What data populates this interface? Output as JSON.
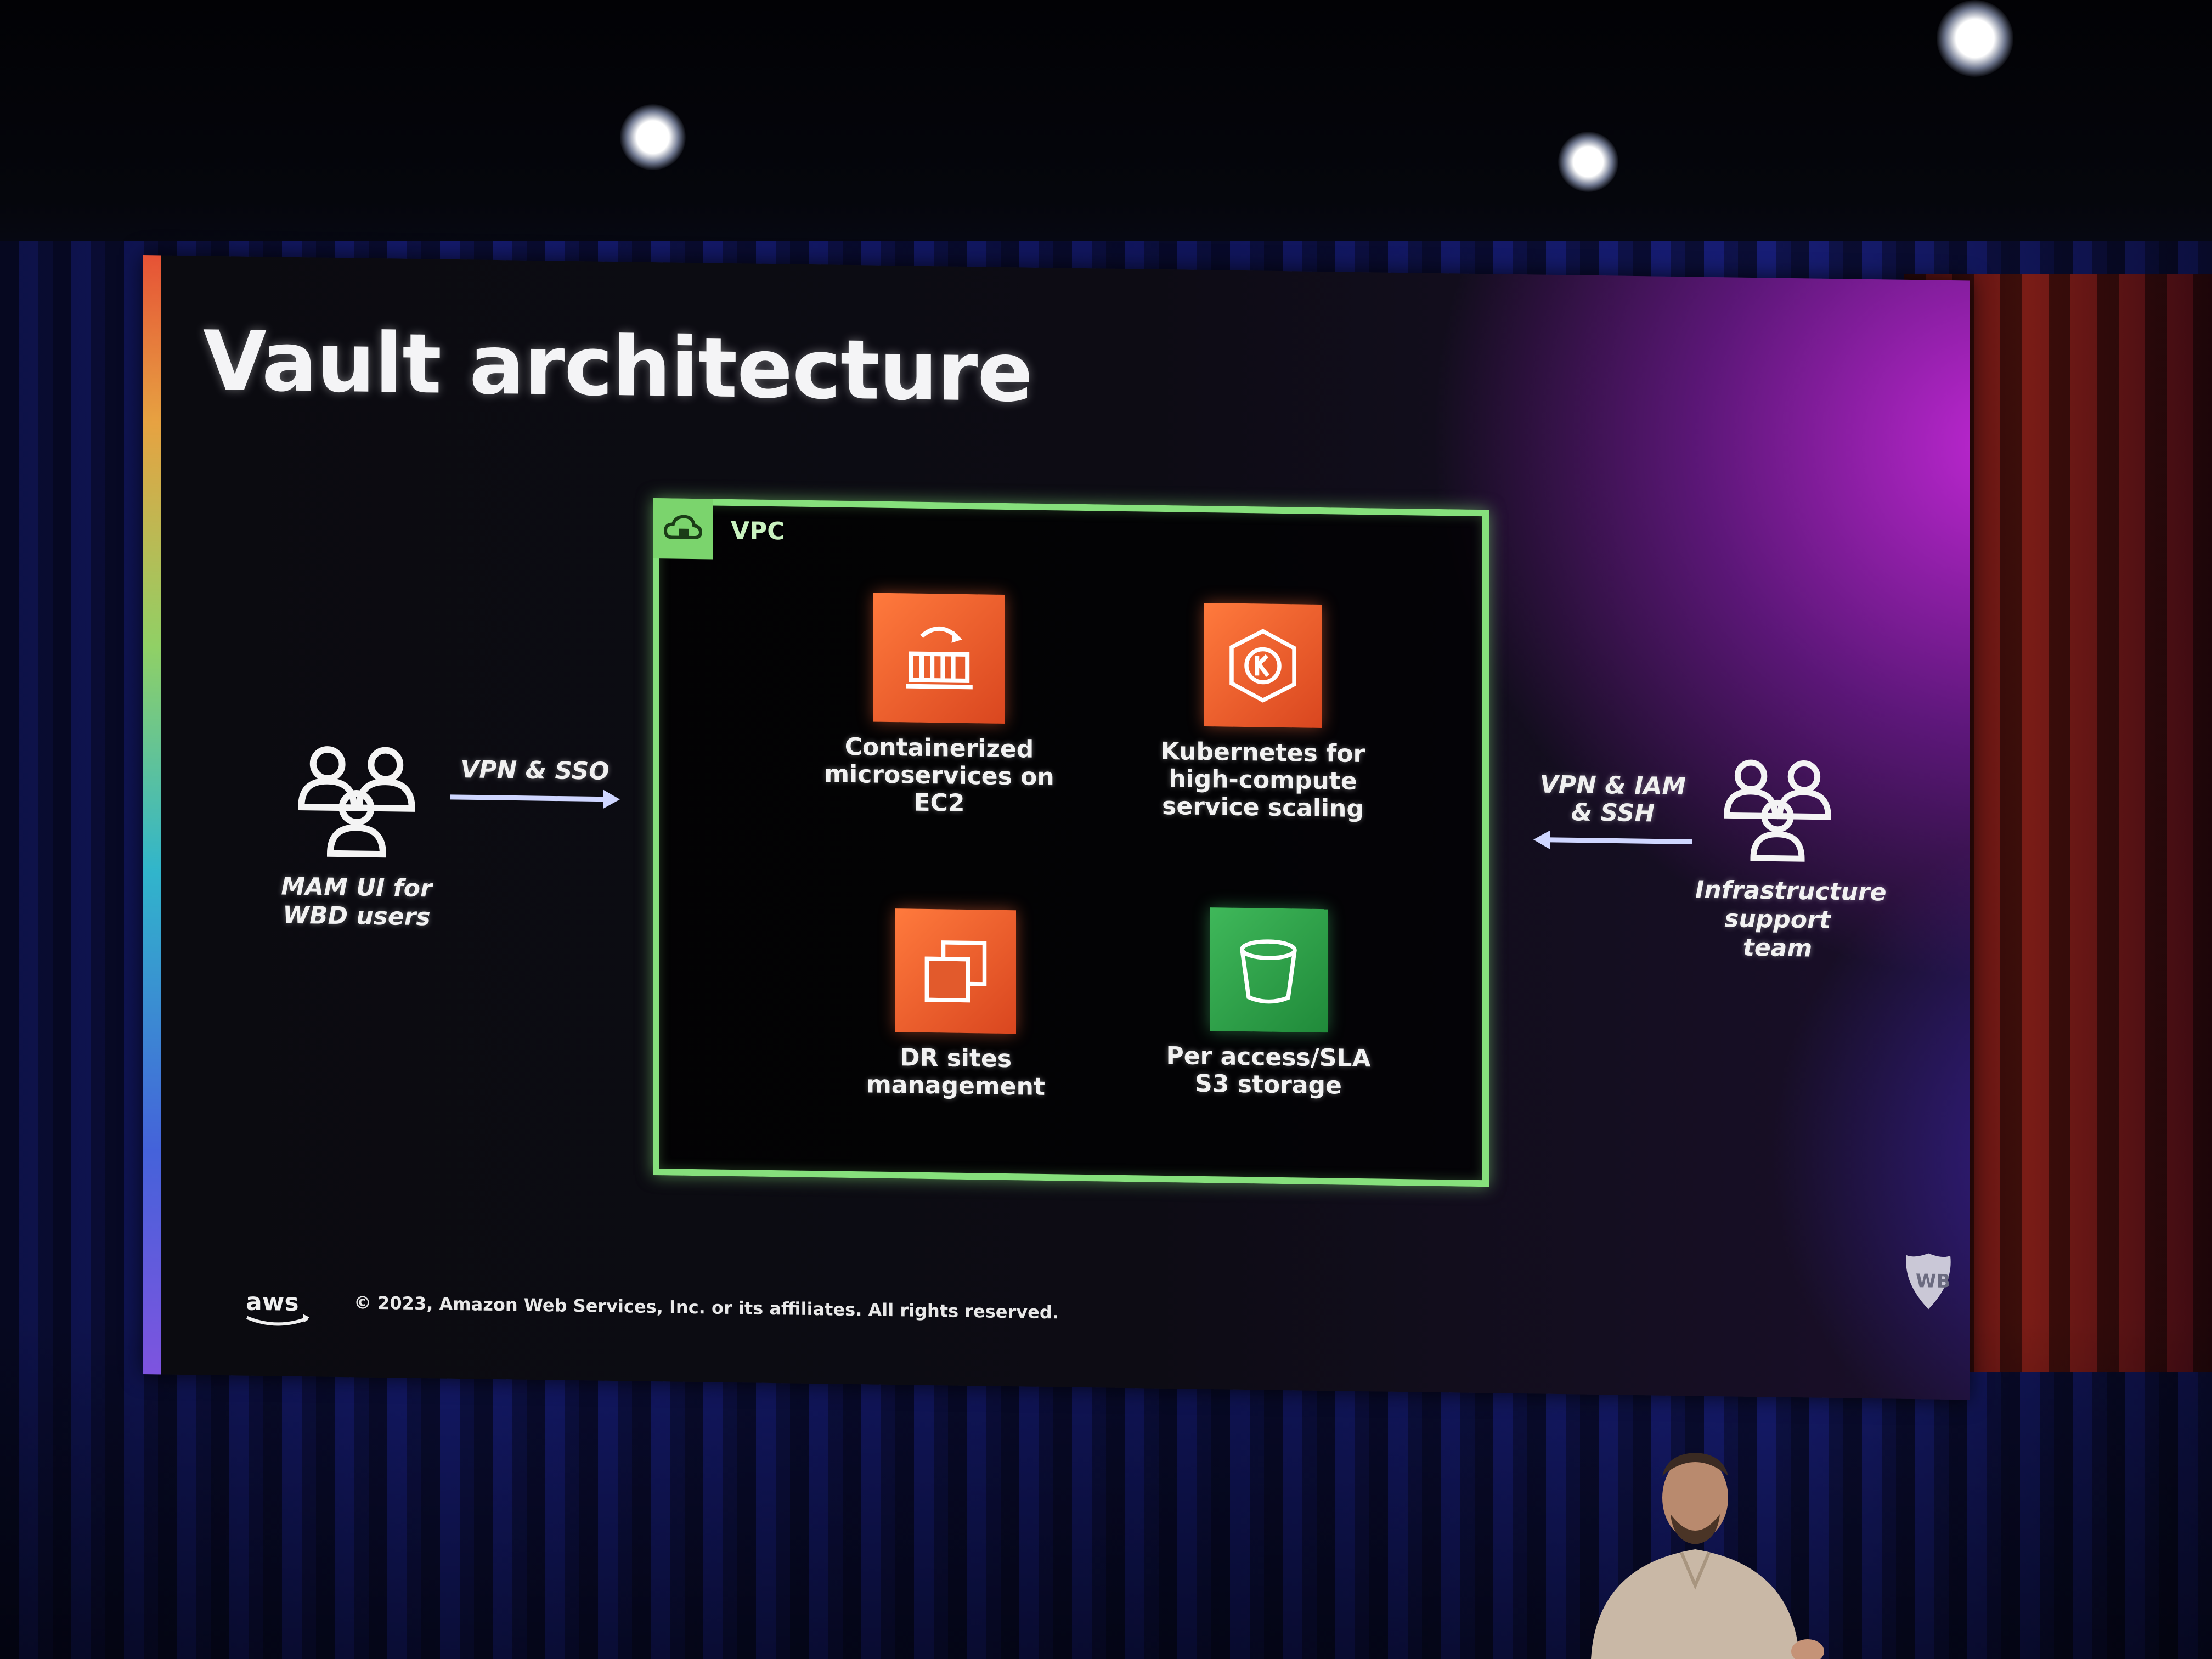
{
  "slide": {
    "title": "Vault architecture",
    "vpc_label": "VPC",
    "services": [
      {
        "label": "Containerized microservices on EC2",
        "icon": "containers-icon",
        "color": "#e8562a"
      },
      {
        "label": "Kubernetes for high-compute service scaling",
        "icon": "kubernetes-icon",
        "color": "#e8562a"
      },
      {
        "label": "DR sites management",
        "icon": "ec2-instances-icon",
        "color": "#e8562a"
      },
      {
        "label": "Per access/SLA S3 storage",
        "icon": "s3-bucket-icon",
        "color": "#2f9e48"
      }
    ],
    "left_actor": {
      "label": "MAM UI for WBD users",
      "icon": "users-group-icon"
    },
    "left_flow": {
      "label": "VPN & SSO",
      "direction": "right"
    },
    "right_flow": {
      "label": "VPN & IAM & SSH",
      "direction": "left"
    },
    "right_actor": {
      "label": "Infrastructure support team",
      "icon": "users-group-icon"
    },
    "vpc_color": "#86e07c",
    "footer": "© 2023, Amazon Web Services, Inc. or its affiliates. All rights reserved.",
    "logo": "aws-logo"
  }
}
